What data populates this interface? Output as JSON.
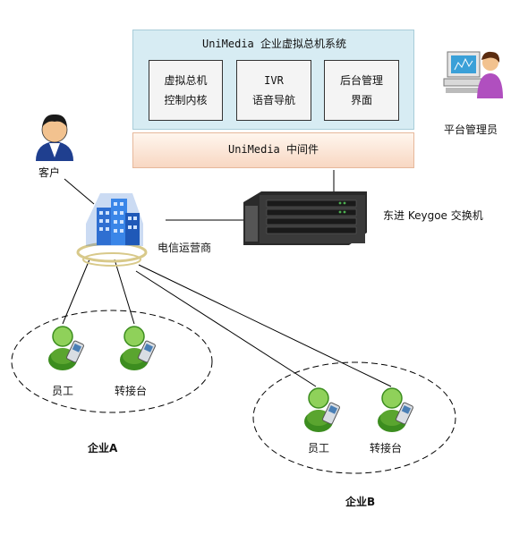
{
  "system": {
    "title": "UniMedia 企业虚拟总机系统",
    "modules": [
      {
        "line1": "虚拟总机",
        "line2": "控制内核"
      },
      {
        "line1": "IVR",
        "line2": "语音导航"
      },
      {
        "line1": "后台管理",
        "line2": "界面"
      }
    ]
  },
  "middleware": {
    "label": "UniMedia 中间件"
  },
  "switch": {
    "label": "东进 Keygoe 交换机"
  },
  "admin": {
    "label": "平台管理员"
  },
  "customer": {
    "label": "客户"
  },
  "carrier": {
    "label": "电信运营商"
  },
  "enterprise_a": {
    "label": "企业A",
    "users": [
      {
        "label": "员工"
      },
      {
        "label": "转接台"
      }
    ]
  },
  "enterprise_b": {
    "label": "企业B",
    "users": [
      {
        "label": "员工"
      },
      {
        "label": "转接台"
      }
    ]
  },
  "colors": {
    "system_bg": "#d7ecf3",
    "middleware_bg": "#f8d7c2",
    "user_green": "#5aa52f",
    "building_blue": "#2f6fd1"
  }
}
